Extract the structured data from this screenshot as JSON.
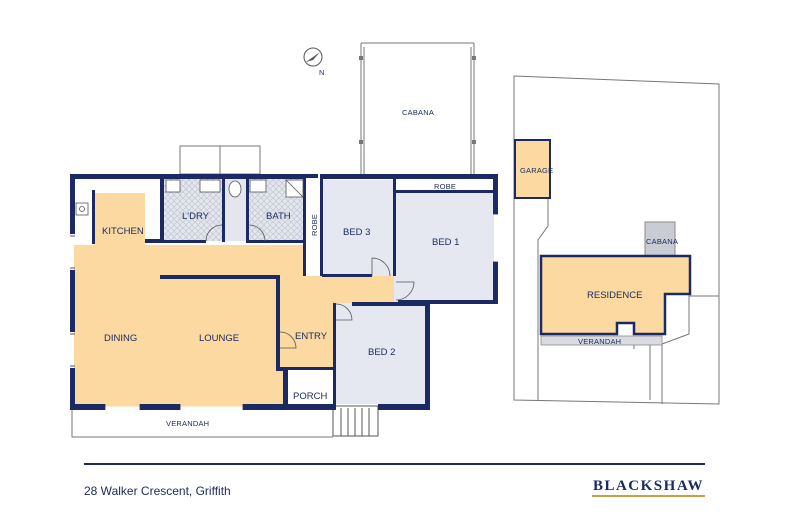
{
  "rooms": {
    "kitchen": "KITCHEN",
    "laundry": "L'DRY",
    "bath": "BATH",
    "robe_small": "ROBE",
    "bed3": "BED 3",
    "robe_bed1": "ROBE",
    "bed1": "BED 1",
    "dining": "DINING",
    "lounge": "LOUNGE",
    "entry": "ENTRY",
    "bed2": "BED 2",
    "porch": "PORCH",
    "verandah": "VERANDAH",
    "cabana": "CABANA"
  },
  "site": {
    "garage": "GARAGE",
    "residence": "RESIDENCE",
    "cabana": "CABANA",
    "verandah": "VERANDAH"
  },
  "compass": {
    "label": "N"
  },
  "footer": {
    "address": "28 Walker Crescent, Griffith",
    "brand": "BLACKSHAW"
  },
  "colors": {
    "wall": "#1b2a63",
    "living": "#fbd9a1",
    "bedroom": "#e6e8f1",
    "wet_area": "#dfe3ea",
    "accent": "#c8a04a"
  }
}
